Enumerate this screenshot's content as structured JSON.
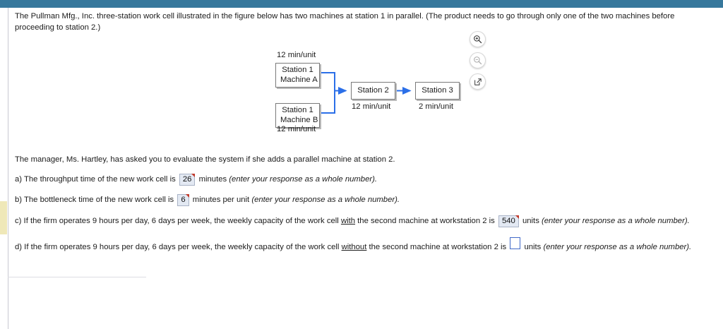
{
  "theme": {
    "topbar_color": "#37789c",
    "answer_fill": "#e3e9f3",
    "answer_border": "#a9b3c6",
    "flag_color": "#c0392b",
    "focus_border": "#4169c8",
    "arrow_color": "#2b6fe8",
    "highlight_strip": "#efe8b8"
  },
  "intro": {
    "text": "The Pullman Mfg., Inc. three-station work cell illustrated in the figure below has two machines at station 1 in parallel. (The product needs to go through only one of the two machines before proceeding to station 2.)"
  },
  "figure": {
    "nodes": [
      {
        "id": "station1-machine-a",
        "line1": "Station 1",
        "line2": "Machine A",
        "caption": "12 min/unit",
        "caption_position": "above"
      },
      {
        "id": "station1-machine-b",
        "line1": "Station 1",
        "line2": "Machine B",
        "caption": "12 min/unit",
        "caption_position": "below"
      },
      {
        "id": "station2",
        "line1": "Station 2",
        "line2": "",
        "caption": "12 min/unit",
        "caption_position": "below"
      },
      {
        "id": "station3",
        "line1": "Station 3",
        "line2": "",
        "caption": "2 min/unit",
        "caption_position": "below"
      }
    ],
    "captions": {
      "machine_a": "12 min/unit",
      "machine_b": "12 min/unit",
      "station2": "12 min/unit",
      "station3": "2 min/unit"
    },
    "labels": {
      "station1_a_line1": "Station 1",
      "station1_a_line2": "Machine A",
      "station1_b_line1": "Station 1",
      "station1_b_line2": "Machine B",
      "station2": "Station 2",
      "station3": "Station 3"
    },
    "toolbar": {
      "zoom_in": "zoom-in",
      "zoom_out": "zoom-out",
      "open_in_new_window": "open-in-new-window"
    }
  },
  "manager": {
    "text": "The manager, Ms. Hartley, has asked you to evaluate the system if she adds a parallel machine at station 2."
  },
  "questions": [
    {
      "key": "a",
      "prefix": "a) The throughput time of the new work cell is",
      "value": "26",
      "suffix_plain": "minutes",
      "suffix_italic": "(enter your response as a whole number).",
      "state": "answered-flagged"
    },
    {
      "key": "b",
      "prefix": "b) The bottleneck time of the new work cell is",
      "value": "6",
      "suffix_plain": "minutes per unit",
      "suffix_italic": "(enter your response as a whole number).",
      "state": "answered-flagged"
    },
    {
      "key": "c",
      "prefix_1": "c) If the firm operates 9 hours per day, 6 days per week, the weekly capacity of the work cell",
      "emphasis": "with",
      "prefix_2": "the second machine at workstation 2 is",
      "value": "540",
      "suffix_plain": "units",
      "suffix_italic": "(enter your response as a whole number).",
      "state": "answered-flagged"
    },
    {
      "key": "d",
      "prefix_1": "d) If the firm operates 9 hours per day, 6 days per week, the weekly capacity of the work cell",
      "emphasis": "without",
      "prefix_2": "the second machine at workstation 2 is",
      "value": "",
      "suffix_plain": "units",
      "suffix_italic": "(enter your response as a whole number).",
      "state": "empty-focused"
    }
  ]
}
